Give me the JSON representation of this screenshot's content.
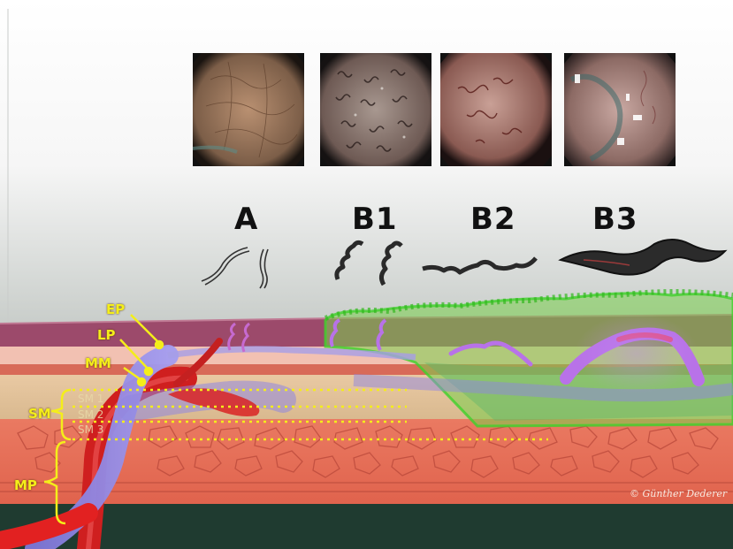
{
  "endoscopy_images": [
    {
      "name": "endoscopy-image-a"
    },
    {
      "name": "endoscopy-image-b1"
    },
    {
      "name": "endoscopy-image-b2"
    },
    {
      "name": "endoscopy-image-b3"
    }
  ],
  "vessel_types": [
    "A",
    "B1",
    "B2",
    "B3"
  ],
  "layers": {
    "ep": "EP",
    "lp": "LP",
    "mm": "MM",
    "sm": "SM",
    "sm1": "SM 1",
    "sm2": "SM 2",
    "sm3": "SM 3",
    "mp": "MP"
  },
  "credit": "© Günther Dederer",
  "colors": {
    "label_yellow": "#f4ee1a",
    "vein_blue": "#8f86e0",
    "artery_red": "#d92323",
    "tumor_green": "#6fdc3f",
    "muscle_red": "#e86a55"
  }
}
